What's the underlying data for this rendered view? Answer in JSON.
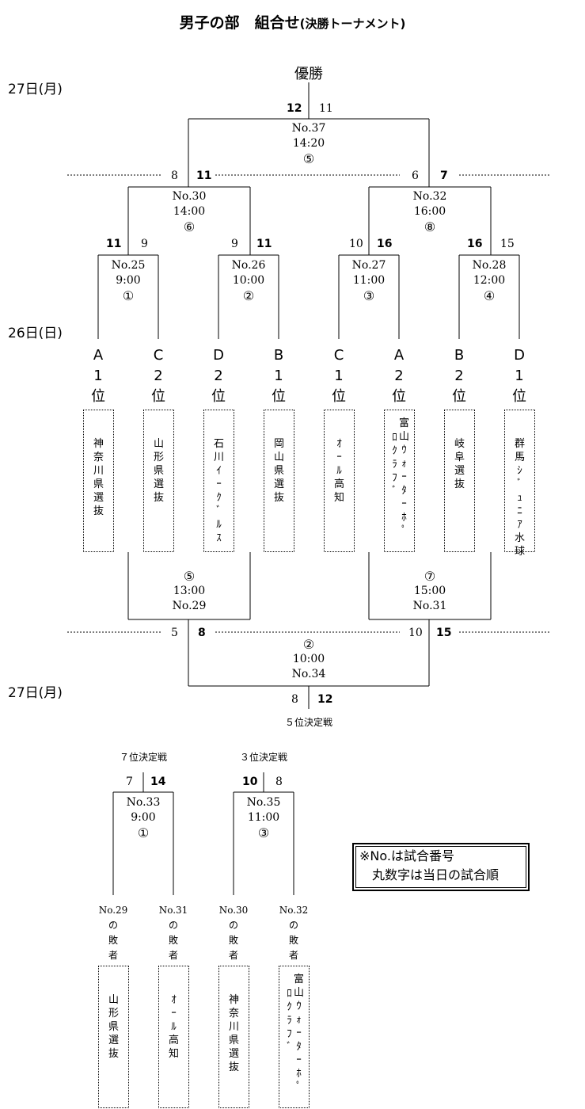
{
  "title": {
    "main": "男子の部　組合せ",
    "sub": "(決勝トーナメント)"
  },
  "dates": {
    "final_day": "27日(月)",
    "first_day": "26日(日)",
    "lower_day": "27日(月)"
  },
  "champion": "優勝",
  "final": {
    "no": "No.37",
    "time": "14:20",
    "order": "⑤",
    "score_left": "12",
    "score_right": "11"
  },
  "semi_left": {
    "no": "No.30",
    "time": "14:00",
    "order": "⑥",
    "score_left": "8",
    "score_right": "11"
  },
  "semi_right": {
    "no": "No.32",
    "time": "16:00",
    "order": "⑧",
    "score_left": "6",
    "score_right": "7"
  },
  "qf": [
    {
      "no": "No.25",
      "time": "9:00",
      "order": "①",
      "score_left": "11",
      "score_right": "9"
    },
    {
      "no": "No.26",
      "time": "10:00",
      "order": "②",
      "score_left": "9",
      "score_right": "11"
    },
    {
      "no": "No.27",
      "time": "11:00",
      "order": "③",
      "score_left": "10",
      "score_right": "16"
    },
    {
      "no": "No.28",
      "time": "12:00",
      "order": "④",
      "score_left": "16",
      "score_right": "15"
    }
  ],
  "seeds": [
    {
      "group": "A",
      "rank": "1",
      "suffix": "位",
      "team": [
        "神奈川県選抜"
      ]
    },
    {
      "group": "C",
      "rank": "2",
      "suffix": "位",
      "team": [
        "山形県選抜"
      ]
    },
    {
      "group": "D",
      "rank": "2",
      "suffix": "位",
      "team": [
        "石川ｲｰｸﾞﾙｽ"
      ]
    },
    {
      "group": "B",
      "rank": "1",
      "suffix": "位",
      "team": [
        "岡山県選抜"
      ]
    },
    {
      "group": "C",
      "rank": "1",
      "suffix": "位",
      "team": [
        "ｵｰﾙ高知"
      ]
    },
    {
      "group": "A",
      "rank": "2",
      "suffix": "位",
      "team": [
        "富山ｳｫｰﾀｰﾎﾟ",
        "ﾛｸﾗﾌﾞ"
      ]
    },
    {
      "group": "B",
      "rank": "2",
      "suffix": "位",
      "team": [
        "岐阜選抜"
      ]
    },
    {
      "group": "D",
      "rank": "1",
      "suffix": "位",
      "team": [
        "群馬ｼﾞｭﾆｱ水球"
      ]
    }
  ],
  "cons_left": {
    "no": "No.29",
    "time": "13:00",
    "order": "⑤",
    "score_left": "5",
    "score_right": "8"
  },
  "cons_right": {
    "no": "No.31",
    "time": "15:00",
    "order": "⑦",
    "score_left": "10",
    "score_right": "15"
  },
  "fifth": {
    "no": "No.34",
    "time": "10:00",
    "order": "②",
    "score_left": "8",
    "score_right": "12",
    "label": "５位決定戦"
  },
  "seventh": {
    "label": "７位決定戦",
    "no": "No.33",
    "time": "9:00",
    "order": "①",
    "score_left": "7",
    "score_right": "14"
  },
  "third": {
    "label": "３位決定戦",
    "no": "No.35",
    "time": "11:00",
    "order": "③",
    "score_left": "10",
    "score_right": "8"
  },
  "losers": [
    {
      "from": "No.29",
      "text": [
        "の",
        "敗",
        "者"
      ],
      "team": [
        "山形県選抜"
      ]
    },
    {
      "from": "No.31",
      "text": [
        "の",
        "敗",
        "者"
      ],
      "team": [
        "ｵｰﾙ高知"
      ]
    },
    {
      "from": "No.30",
      "text": [
        "の",
        "敗",
        "者"
      ],
      "team": [
        "神奈川県選抜"
      ]
    },
    {
      "from": "No.32",
      "text": [
        "の",
        "敗",
        "者"
      ],
      "team": [
        "富山ｳｫｰﾀｰﾎﾟ",
        "ﾛｸﾗﾌﾞ"
      ]
    }
  ],
  "note": {
    "line1": "※No.は試合番号",
    "line2": "　丸数字は当日の試合順"
  }
}
